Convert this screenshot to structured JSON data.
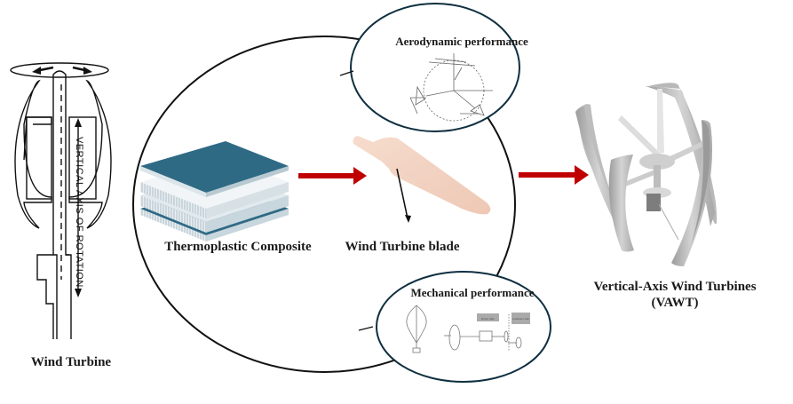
{
  "left_turbine": {
    "axis_label": "VERTICAL AXIS OF ROTATION",
    "caption": "Wind Turbine"
  },
  "center": {
    "composite_caption": "Thermoplastic Composite",
    "blade_caption": "Wind Turbine blade"
  },
  "aero_bubble": {
    "title": "Aerodynamic performance"
  },
  "mech_bubble": {
    "title": "Mechanical performance",
    "rotor_side": "Rotor side",
    "generator_side": "Generator side"
  },
  "vawt": {
    "caption_line1": "Vertical-Axis Wind Turbines",
    "caption_line2": "(VAWT)"
  },
  "colors": {
    "arrow": "#c00000",
    "bubble_outline": "#0f2f40",
    "composite_dark": "#2f6a85",
    "blade": "#f3d3c3"
  }
}
